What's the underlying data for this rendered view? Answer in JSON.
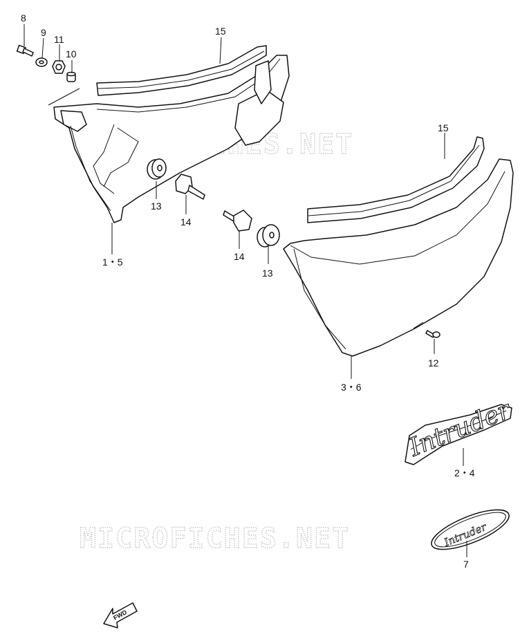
{
  "watermarks": [
    "MICROFICHES.NET",
    "MICROFICHES.NET"
  ],
  "callouts": {
    "c8": "8",
    "c9": "9",
    "c11": "11",
    "c10": "10",
    "c15a": "15",
    "c15b": "15",
    "c13a": "13",
    "c14a": "14",
    "c15": "1・5",
    "c14b": "14",
    "c13b": "13",
    "c12": "12",
    "c36": "3・6",
    "c24": "2・4",
    "c7": "7"
  },
  "emblems": {
    "large_script": "Intruder",
    "small_script": "Intruder"
  },
  "fwd_label": "FWD"
}
